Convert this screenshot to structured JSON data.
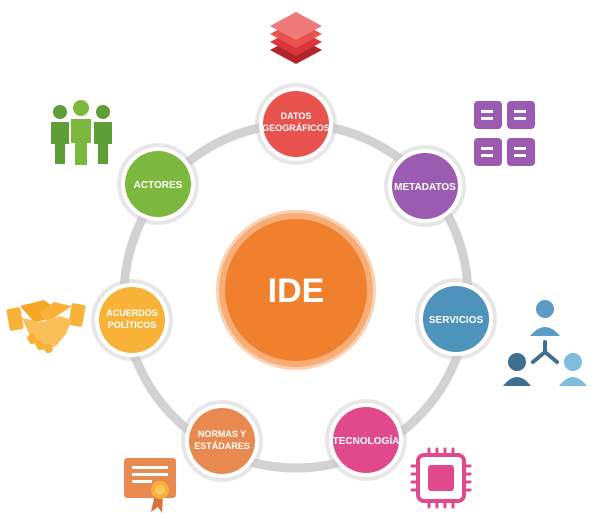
{
  "center": {
    "label": "IDE",
    "color": "#f07f2e"
  },
  "ring_color": "#d2d2d2",
  "nodes": [
    {
      "id": "datos-geograficos",
      "lines": [
        "DATOS",
        "GEOGRÁFICOS"
      ],
      "color": "#e8524f",
      "icon": "layers-icon"
    },
    {
      "id": "metadatos",
      "lines": [
        "METADATOS"
      ],
      "color": "#9b5bb0",
      "icon": "metadata-cards-icon"
    },
    {
      "id": "servicios",
      "lines": [
        "SERVICIOS"
      ],
      "color": "#4e93bb",
      "icon": "network-users-icon"
    },
    {
      "id": "tecnologia",
      "lines": [
        "TECNOLOGÍA"
      ],
      "color": "#e04a8c",
      "icon": "chip-icon"
    },
    {
      "id": "normas-estandares",
      "lines": [
        "NORMAS Y",
        "ESTÁDARES"
      ],
      "color": "#e8894f",
      "icon": "certificate-icon"
    },
    {
      "id": "acuerdos-politicos",
      "lines": [
        "ACUERDOS",
        "POLÍTICOS"
      ],
      "color": "#f7b237",
      "icon": "handshake-icon"
    },
    {
      "id": "actores",
      "lines": [
        "ACTORES"
      ],
      "color": "#7cb83e",
      "icon": "people-icon"
    }
  ]
}
